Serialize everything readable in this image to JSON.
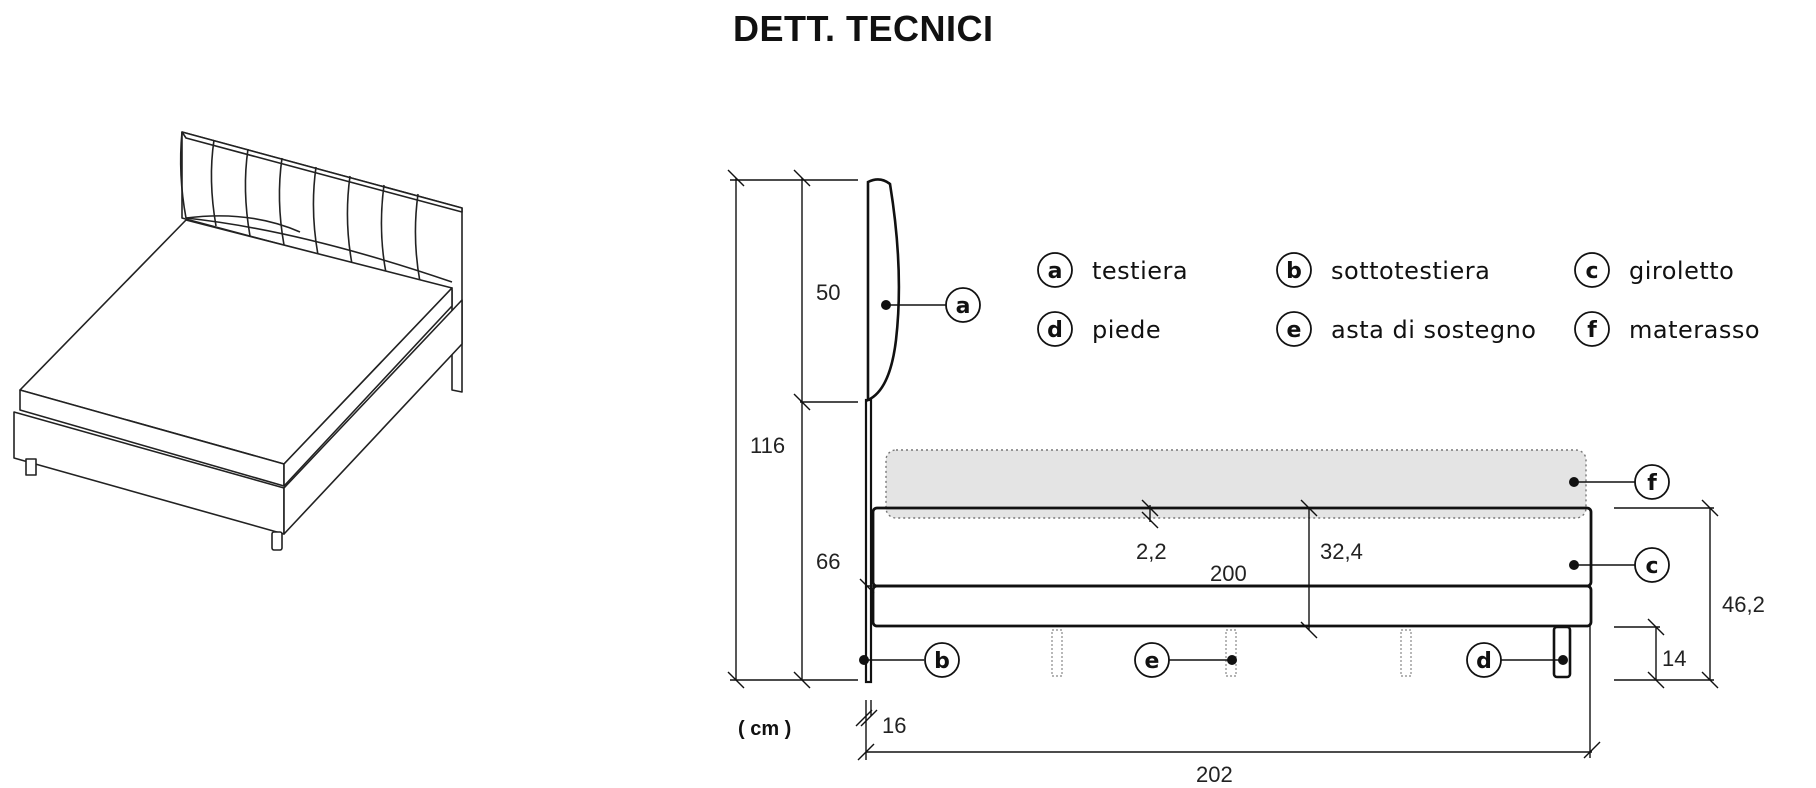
{
  "title": "DETT. TECNICI",
  "units": "( cm )",
  "legend": [
    {
      "key": "a",
      "label": "testiera"
    },
    {
      "key": "b",
      "label": "sottotestiera"
    },
    {
      "key": "c",
      "label": "giroletto"
    },
    {
      "key": "d",
      "label": "piede"
    },
    {
      "key": "e",
      "label": "asta di sostegno"
    },
    {
      "key": "f",
      "label": "materasso"
    }
  ],
  "dimensions": {
    "total_height": "116",
    "headboard_height": "50",
    "base_height": "66",
    "mattress_inset": "2,2",
    "frame_height": "32,4",
    "inner_length": "200",
    "side_height": "46,2",
    "foot_height": "14",
    "headboard_thickness": "16",
    "total_length": "202"
  },
  "callouts": {
    "a": "a",
    "b": "b",
    "c": "c",
    "d": "d",
    "e": "e",
    "f": "f"
  }
}
